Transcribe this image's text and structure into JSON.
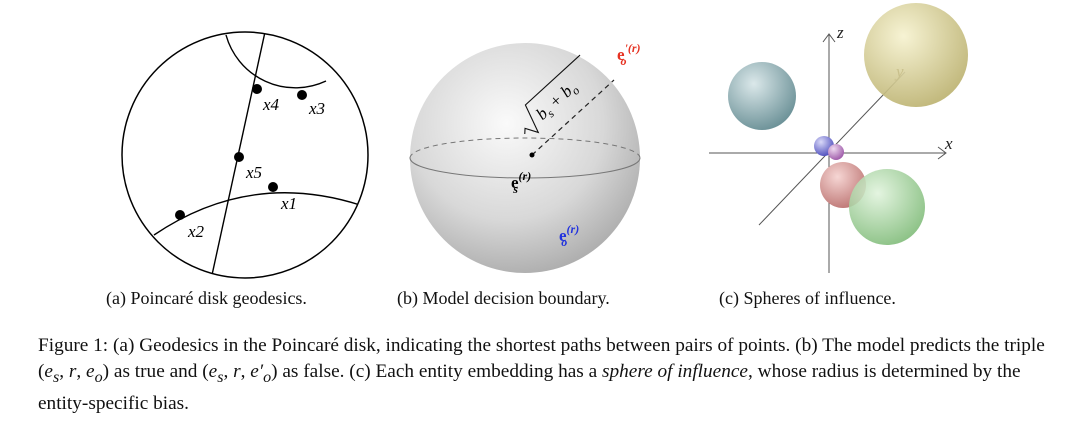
{
  "panel_a": {
    "subcaption": "(a) Poincaré disk geodesics.",
    "points": {
      "x1": "x1",
      "x2": "x2",
      "x3": "x3",
      "x4": "x4",
      "x5": "x5"
    }
  },
  "panel_b": {
    "subcaption": "(b) Model decision boundary.",
    "radius_label": "b_s + b_o",
    "es_label": "e_s^(r)",
    "eo_label": "e_o^(r)",
    "eo_prime_label": "e'_o^(r)"
  },
  "panel_c": {
    "subcaption": "(c) Spheres of influence.",
    "axes": {
      "x": "x",
      "y": "y",
      "z": "z"
    }
  },
  "caption": {
    "prefix": "Figure 1: ",
    "part_a": "(a) Geodesics in the Poincaré disk, indicating the shortest paths between pairs of points. (b) The model predicts the triple ",
    "triple_true": "(e_s, r, e_o)",
    "mid": " as true and ",
    "triple_false": "(e_s, r, e'_o)",
    "part_c": " as false. (c) Each entity embedding has a ",
    "emph": "sphere of influence",
    "end": ", whose radius is determined by the entity-specific bias."
  }
}
